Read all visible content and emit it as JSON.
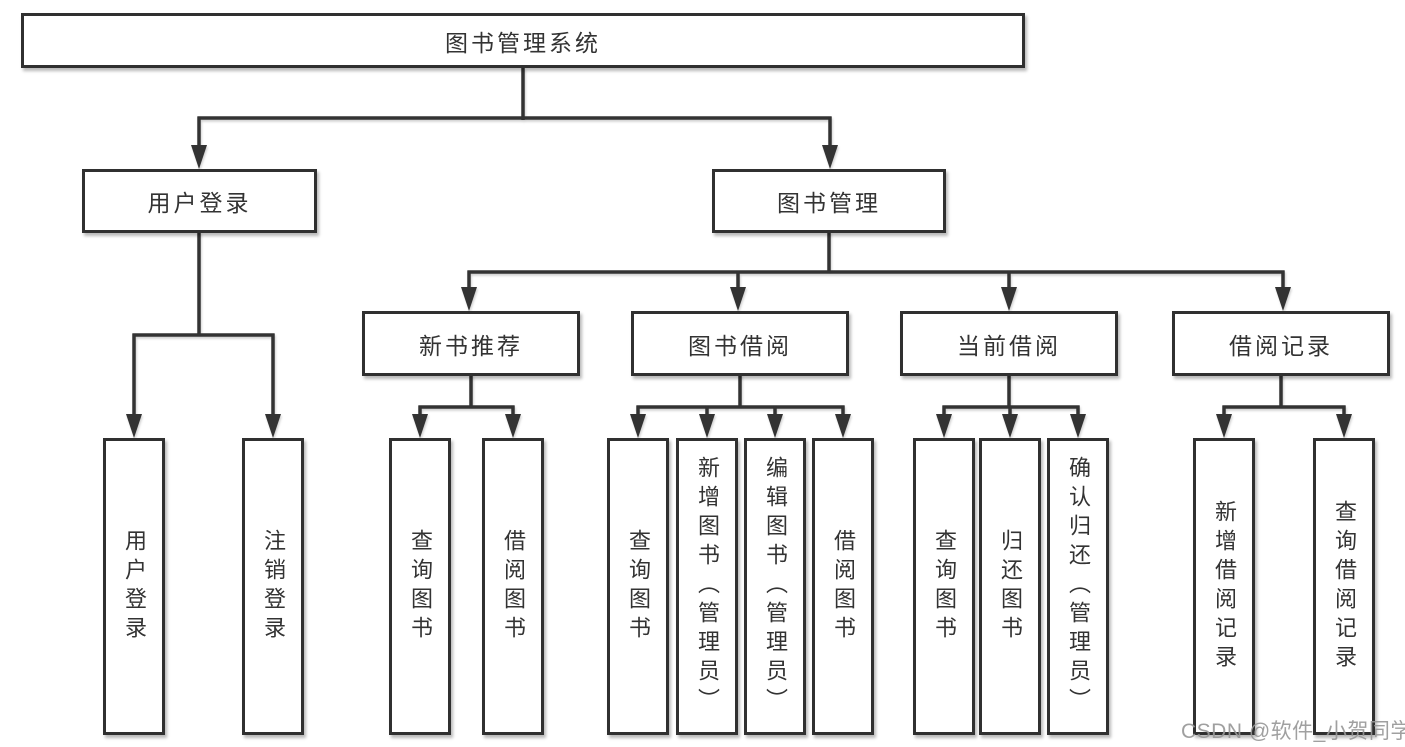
{
  "colors": {
    "line": "#333333",
    "box_border": "#303030",
    "text": "#333333",
    "background": "#ffffff",
    "watermark": "#989898"
  },
  "watermark": {
    "text": "CSDN @软件_小贺同学"
  },
  "diagram": {
    "type": "hierarchy",
    "root": {
      "label": "图书管理系统"
    },
    "branches": [
      {
        "label": "用户登录",
        "children": [
          {
            "label": "用户登录"
          },
          {
            "label": "注销登录"
          }
        ]
      },
      {
        "label": "图书管理",
        "children": [
          {
            "label": "新书推荐",
            "children": [
              {
                "label": "查询图书"
              },
              {
                "label": "借阅图书"
              }
            ]
          },
          {
            "label": "图书借阅",
            "children": [
              {
                "label": "查询图书"
              },
              {
                "label": "新增图书（管理员）"
              },
              {
                "label": "编辑图书（管理员）"
              },
              {
                "label": "借阅图书"
              }
            ]
          },
          {
            "label": "当前借阅",
            "children": [
              {
                "label": "查询图书"
              },
              {
                "label": "归还图书"
              },
              {
                "label": "确认归还（管理员）"
              }
            ]
          },
          {
            "label": "借阅记录",
            "children": [
              {
                "label": "新增借阅记录"
              },
              {
                "label": "查询借阅记录"
              }
            ]
          }
        ]
      }
    ]
  }
}
